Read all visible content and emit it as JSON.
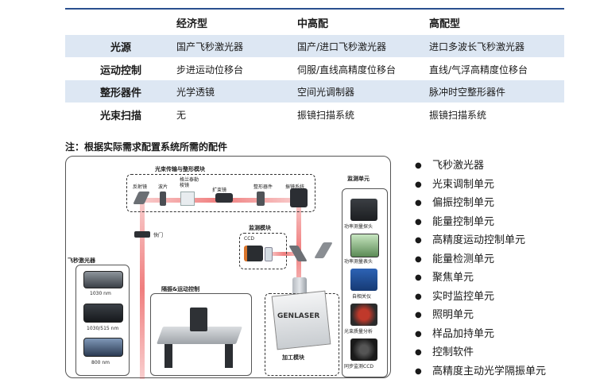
{
  "table": {
    "headers": [
      "",
      "经济型",
      "中高配",
      "高配型"
    ],
    "rows": [
      {
        "label": "光源",
        "cells": [
          "国产飞秒激光器",
          "国产/进口飞秒激光器",
          "进口多波长飞秒激光器"
        ],
        "shaded": true
      },
      {
        "label": "运动控制",
        "cells": [
          "步进运动位移台",
          "伺服/直线高精度位移台",
          "直线/气浮高精度位移台"
        ],
        "shaded": false
      },
      {
        "label": "整形器件",
        "cells": [
          "光学透镜",
          "空间光调制器",
          "脉冲时空整形器件"
        ],
        "shaded": true
      },
      {
        "label": "光束扫描",
        "cells": [
          "无",
          "振镜扫描系统",
          "振镜扫描系统"
        ],
        "shaded": false
      }
    ]
  },
  "note": "注：根据实际需求配置系统所需的配件",
  "diagram": {
    "module_beam": "光束传输与整形模块",
    "reflector": "反射镜",
    "waveplate": "波片",
    "glan": "格兰泰勒棱镜",
    "expander": "扩束镜",
    "shaper": "整形器件",
    "galvo": "振镜系统",
    "shutter": "快门",
    "module_monitor": "监测模块",
    "ccd": "CCD",
    "laser_section": "飞秒激光器",
    "laser_labels": [
      "1030 nm",
      "1030/515 nm",
      "800 nm"
    ],
    "isolation": "隔振&运动控制",
    "processing": "加工模块",
    "brand": "GENLASER",
    "monitor_unit": "监测单元",
    "monitor_items": [
      "功率测量探头",
      "功率测量表头",
      "自相关仪",
      "光束质量分析",
      "同步监测CCD"
    ]
  },
  "components": [
    "飞秒激光器",
    "光束调制单元",
    "偏振控制单元",
    "能量控制单元",
    "高精度运动控制单元",
    "能量检测单元",
    "聚焦单元",
    "实时监控单元",
    "照明单元",
    "样品加持单元",
    "控制软件",
    "高精度主动光学隔振单元"
  ],
  "colors": {
    "shade": "#dde7f3",
    "rule": "#2a4f8f",
    "beam": "#e63c3c"
  }
}
